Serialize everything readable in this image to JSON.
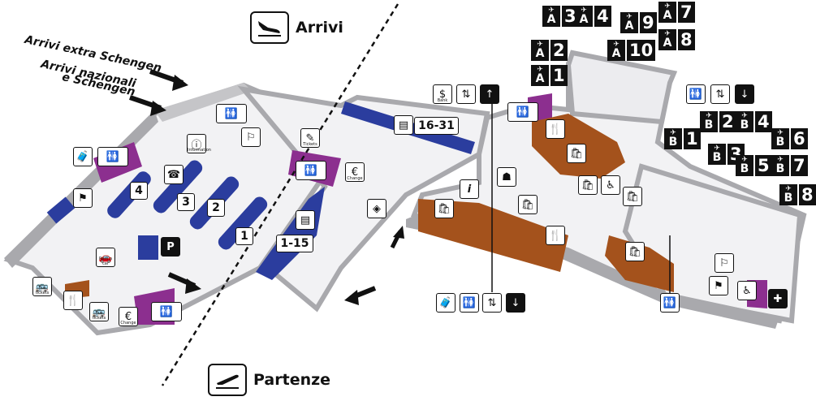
{
  "arrivals": {
    "title": "Arrivi",
    "extra_schengen": "Arrivi extra Schengen",
    "national_schengen_line1": "Arrivi nazionali",
    "national_schengen_line2": "e Schengen"
  },
  "departures": {
    "title": "Partenze"
  },
  "gates_a": [
    {
      "letter": "A",
      "number": "3"
    },
    {
      "letter": "A",
      "number": "4"
    },
    {
      "letter": "A",
      "number": "9"
    },
    {
      "letter": "A",
      "number": "7"
    },
    {
      "letter": "A",
      "number": "2"
    },
    {
      "letter": "A",
      "number": "10"
    },
    {
      "letter": "A",
      "number": "8"
    },
    {
      "letter": "A",
      "number": "1"
    }
  ],
  "gates_b": [
    {
      "letter": "B",
      "number": "1"
    },
    {
      "letter": "B",
      "number": "2"
    },
    {
      "letter": "B",
      "number": "4"
    },
    {
      "letter": "B",
      "number": "6"
    },
    {
      "letter": "B",
      "number": "3"
    },
    {
      "letter": "B",
      "number": "5"
    },
    {
      "letter": "B",
      "number": "7"
    },
    {
      "letter": "B",
      "number": "8"
    }
  ],
  "checkin": {
    "desks_16_31": "16-31",
    "desks_1_15": "1-15",
    "islands": [
      "1",
      "2",
      "3",
      "4"
    ]
  },
  "services": {
    "information": "Information",
    "tickets": "Tickets",
    "bus_tickets": "Bus tickets",
    "change": "Change",
    "rent_a_car": "Rent a car",
    "bank": "Bank",
    "parking": "P",
    "info_i": "i"
  },
  "colors": {
    "walkway": "#f2f2f4",
    "walls": "#a9a9ad",
    "checkin_blue": "#2b3d9e",
    "restroom_purple": "#8c2f8f",
    "shops_brown": "#a4521c",
    "ink": "#111111"
  }
}
